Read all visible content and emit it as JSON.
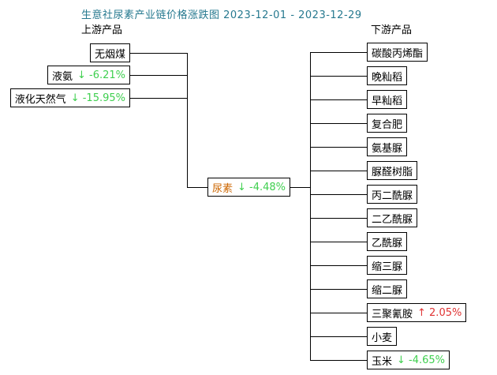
{
  "title": "生意社尿素产业链价格涨跌图 2023-12-01 - 2023-12-29",
  "columns": {
    "upstream_label": "上游产品",
    "downstream_label": "下游产品"
  },
  "center": {
    "name": "尿素",
    "change": "↓ -4.48%",
    "direction": "down"
  },
  "upstream": [
    {
      "name": "无烟煤"
    },
    {
      "name": "液氨",
      "change": "↓ -6.21%",
      "direction": "down"
    },
    {
      "name": "液化天然气",
      "change": "↓ -15.95%",
      "direction": "down"
    }
  ],
  "downstream": [
    {
      "name": "碳酸丙烯酯"
    },
    {
      "name": "晚籼稻"
    },
    {
      "name": "早籼稻"
    },
    {
      "name": "复合肥"
    },
    {
      "name": "氨基脲"
    },
    {
      "name": "脲醛树脂"
    },
    {
      "name": "丙二酰脲"
    },
    {
      "name": "二乙酰脲"
    },
    {
      "name": "乙酰脲"
    },
    {
      "name": "缩三脲"
    },
    {
      "name": "缩二脲"
    },
    {
      "name": "三聚氰胺",
      "change": "↑ 2.05%",
      "direction": "up"
    },
    {
      "name": "小麦"
    },
    {
      "name": "玉米",
      "change": "↓ -4.65%",
      "direction": "down"
    }
  ],
  "colors": {
    "title": "#26798f",
    "down": "#3fcf4f",
    "up": "#e03333",
    "center_name": "#cc6600",
    "line": "#000000"
  }
}
